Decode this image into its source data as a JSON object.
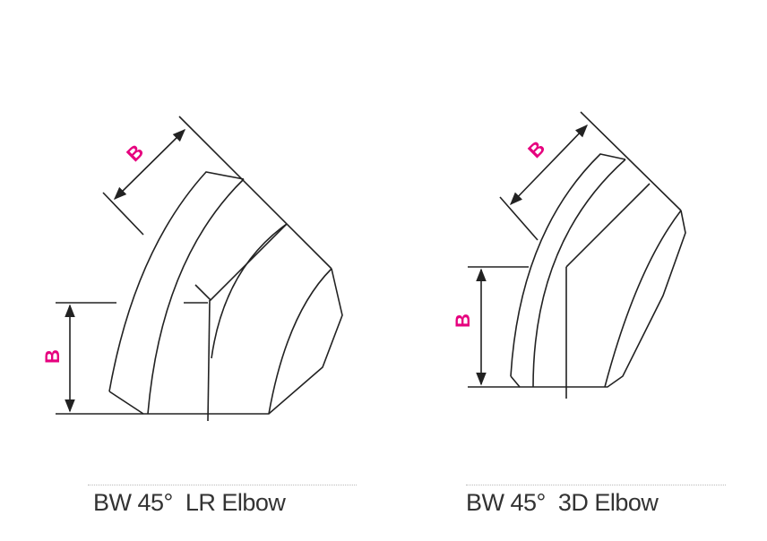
{
  "figures": [
    {
      "caption": "BW 45°  LR Elbow",
      "dim_top": "B",
      "dim_side": "B"
    },
    {
      "caption": "BW 45°  3D Elbow",
      "dim_top": "B",
      "dim_side": "B"
    }
  ],
  "colors": {
    "line": "#222222",
    "label": "#e6007e",
    "caption": "#333333"
  }
}
